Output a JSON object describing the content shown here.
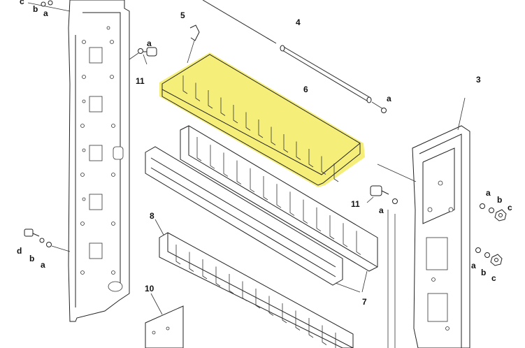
{
  "highlight_color": "#f5ef7a",
  "callouts": [
    {
      "key": "c_tl",
      "text": "c"
    },
    {
      "key": "b_tl",
      "text": "b"
    },
    {
      "key": "a_tl",
      "text": "a"
    },
    {
      "key": "n5",
      "text": "5"
    },
    {
      "key": "n4",
      "text": "4"
    },
    {
      "key": "a_top",
      "text": "a"
    },
    {
      "key": "n11_top",
      "text": "11"
    },
    {
      "key": "n6",
      "text": "6"
    },
    {
      "key": "n3",
      "text": "3"
    },
    {
      "key": "a_right_top",
      "text": "a"
    },
    {
      "key": "a_r1",
      "text": "a"
    },
    {
      "key": "b_r1",
      "text": "b"
    },
    {
      "key": "c_r1",
      "text": "c"
    },
    {
      "key": "n11_mid",
      "text": "11"
    },
    {
      "key": "a_mid",
      "text": "a"
    },
    {
      "key": "n8",
      "text": "8"
    },
    {
      "key": "d_left",
      "text": "d"
    },
    {
      "key": "b_left",
      "text": "b"
    },
    {
      "key": "a_left",
      "text": "a"
    },
    {
      "key": "a_r2",
      "text": "a"
    },
    {
      "key": "b_r2",
      "text": "b"
    },
    {
      "key": "c_r2",
      "text": "c"
    },
    {
      "key": "n7",
      "text": "7"
    },
    {
      "key": "n10",
      "text": "10"
    }
  ]
}
